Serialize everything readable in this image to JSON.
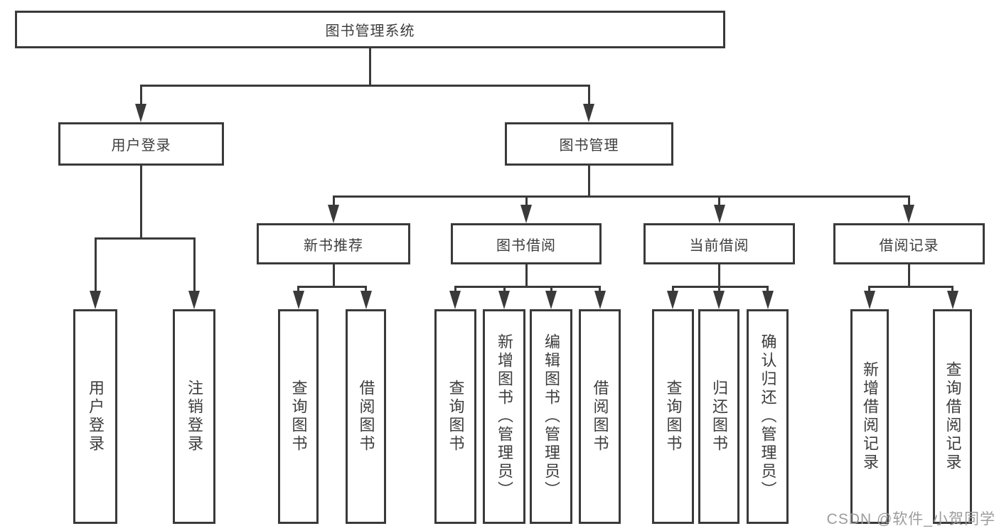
{
  "diagram": {
    "root": {
      "label": "图书管理系统"
    },
    "branches": [
      {
        "label": "用户登录",
        "children": [
          {
            "label": "用户登录"
          },
          {
            "label": "注销登录"
          }
        ]
      },
      {
        "label": "图书管理",
        "children": [
          {
            "label": "新书推荐",
            "children": [
              {
                "label": "查询图书"
              },
              {
                "label": "借阅图书"
              }
            ]
          },
          {
            "label": "图书借阅",
            "children": [
              {
                "label": "查询图书"
              },
              {
                "label": "新增图书（管理员）"
              },
              {
                "label": "编辑图书（管理员）"
              },
              {
                "label": "借阅图书"
              }
            ]
          },
          {
            "label": "当前借阅",
            "children": [
              {
                "label": "查询图书"
              },
              {
                "label": "归还图书"
              },
              {
                "label": "确认归还（管理员）"
              }
            ]
          },
          {
            "label": "借阅记录",
            "children": [
              {
                "label": "新增借阅记录"
              },
              {
                "label": "查询借阅记录"
              }
            ]
          }
        ]
      }
    ]
  },
  "watermark": {
    "text": "CSDN @软件_小贺同学"
  },
  "colors": {
    "line": "#3a3a3a",
    "box_border": "#3a3a3a",
    "text": "#3d3d3d",
    "watermark": "#9c9c9c",
    "background": "#ffffff"
  }
}
